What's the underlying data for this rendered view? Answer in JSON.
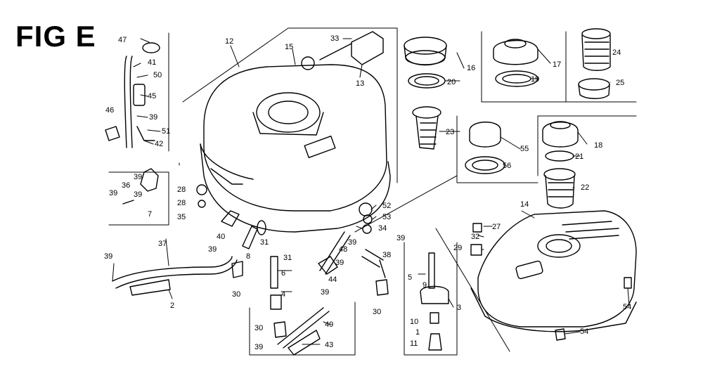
{
  "figure": {
    "title": "FIG E",
    "callouts": [
      {
        "id": "c1",
        "label": "47"
      },
      {
        "id": "c2",
        "label": "41"
      },
      {
        "id": "c3",
        "label": "50"
      },
      {
        "id": "c4",
        "label": "45"
      },
      {
        "id": "c5",
        "label": "39"
      },
      {
        "id": "c6",
        "label": "51"
      },
      {
        "id": "c7",
        "label": "42"
      },
      {
        "id": "c8",
        "label": "46"
      },
      {
        "id": "c9",
        "label": "12"
      },
      {
        "id": "c10",
        "label": "15"
      },
      {
        "id": "c11",
        "label": "33"
      },
      {
        "id": "c12",
        "label": "13"
      },
      {
        "id": "c13",
        "label": "16"
      },
      {
        "id": "c14",
        "label": "20"
      },
      {
        "id": "c15",
        "label": "23"
      },
      {
        "id": "c16",
        "label": "17"
      },
      {
        "id": "c17",
        "label": "19"
      },
      {
        "id": "c18",
        "label": "24"
      },
      {
        "id": "c19",
        "label": "25"
      },
      {
        "id": "c20",
        "label": "55"
      },
      {
        "id": "c21",
        "label": "56"
      },
      {
        "id": "c22",
        "label": "18"
      },
      {
        "id": "c23",
        "label": "21"
      },
      {
        "id": "c24",
        "label": "22"
      },
      {
        "id": "c25",
        "label": "39"
      },
      {
        "id": "c26",
        "label": "36"
      },
      {
        "id": "c27",
        "label": "39"
      },
      {
        "id": "c28",
        "label": "7"
      },
      {
        "id": "c29",
        "label": "39"
      },
      {
        "id": "c30",
        "label": "28"
      },
      {
        "id": "c31",
        "label": "28"
      },
      {
        "id": "c32",
        "label": "35"
      },
      {
        "id": "c33",
        "label": "52"
      },
      {
        "id": "c34",
        "label": "53"
      },
      {
        "id": "c35",
        "label": "34"
      },
      {
        "id": "c36",
        "label": "39"
      },
      {
        "id": "c37",
        "label": "14"
      },
      {
        "id": "c38",
        "label": "27"
      },
      {
        "id": "c39",
        "label": "32"
      },
      {
        "id": "c40",
        "label": "29"
      },
      {
        "id": "c41",
        "label": "40"
      },
      {
        "id": "c42",
        "label": "8"
      },
      {
        "id": "c43",
        "label": "31"
      },
      {
        "id": "c44",
        "label": "39"
      },
      {
        "id": "c45",
        "label": "48"
      },
      {
        "id": "c46",
        "label": "38"
      },
      {
        "id": "c47",
        "label": "39"
      },
      {
        "id": "c48",
        "label": "37"
      },
      {
        "id": "c49",
        "label": "39"
      },
      {
        "id": "c50",
        "label": "31"
      },
      {
        "id": "c51",
        "label": "6"
      },
      {
        "id": "c52",
        "label": "39"
      },
      {
        "id": "c53",
        "label": "44"
      },
      {
        "id": "c54",
        "label": "39"
      },
      {
        "id": "c55",
        "label": "4"
      },
      {
        "id": "c56",
        "label": "5"
      },
      {
        "id": "c57",
        "label": "9"
      },
      {
        "id": "c58",
        "label": "3"
      },
      {
        "id": "c59",
        "label": "30"
      },
      {
        "id": "c60",
        "label": "30"
      },
      {
        "id": "c61",
        "label": "30"
      },
      {
        "id": "c62",
        "label": "2"
      },
      {
        "id": "c63",
        "label": "54"
      },
      {
        "id": "c64",
        "label": "54"
      },
      {
        "id": "c65",
        "label": "49"
      },
      {
        "id": "c66",
        "label": "43"
      },
      {
        "id": "c67",
        "label": "39"
      },
      {
        "id": "c68",
        "label": "10"
      },
      {
        "id": "c69",
        "label": "1"
      },
      {
        "id": "c70",
        "label": "11"
      }
    ]
  }
}
